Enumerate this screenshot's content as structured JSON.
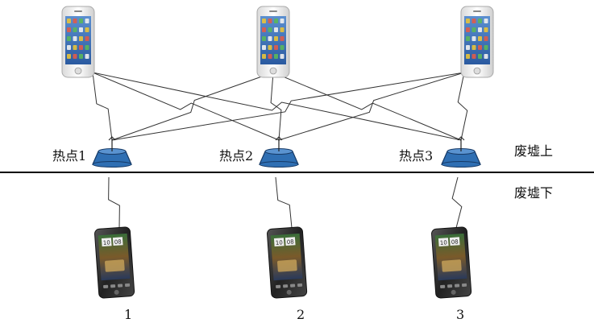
{
  "labels": {
    "above_ruins": "废墟上",
    "below_ruins": "废墟下"
  },
  "hotspots": [
    {
      "label": "热点1"
    },
    {
      "label": "热点2"
    },
    {
      "label": "热点3"
    }
  ],
  "survivor_phones": [
    {
      "label": "1"
    },
    {
      "label": "2"
    },
    {
      "label": "3"
    }
  ],
  "rescuer_phones": [
    {
      "id": "rescuer-phone-1"
    },
    {
      "id": "rescuer-phone-2"
    },
    {
      "id": "rescuer-phone-3"
    }
  ],
  "colors": {
    "hotspot_fill": "#2f6fb3",
    "hotspot_outline": "#173a66",
    "line": "#333333",
    "divider": "#000000"
  }
}
